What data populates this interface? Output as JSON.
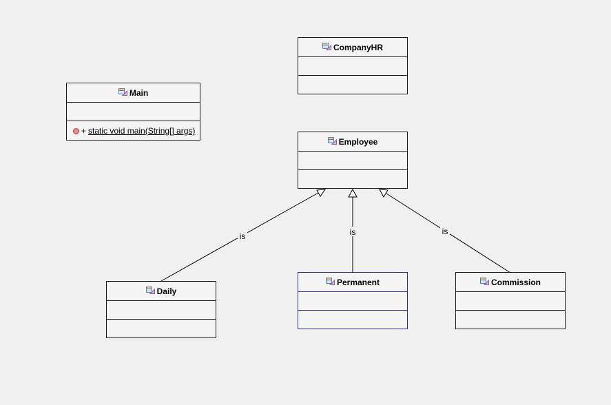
{
  "classes": {
    "company_hr": {
      "name": "CompanyHR"
    },
    "main": {
      "name": "Main",
      "operation": {
        "visibility": "+",
        "signature": "static void main(String[] args)"
      }
    },
    "employee": {
      "name": "Employee"
    },
    "daily": {
      "name": "Daily"
    },
    "permanent": {
      "name": "Permanent"
    },
    "commission": {
      "name": "Commission"
    }
  },
  "relations": {
    "daily_label": "is",
    "permanent_label": "is",
    "commission_label": "is"
  },
  "colors": {
    "background": "#f0f0f0",
    "box_fill": "#f4f4f4",
    "border": "#1a1a1a",
    "selected_border": "#2b2ba0"
  }
}
